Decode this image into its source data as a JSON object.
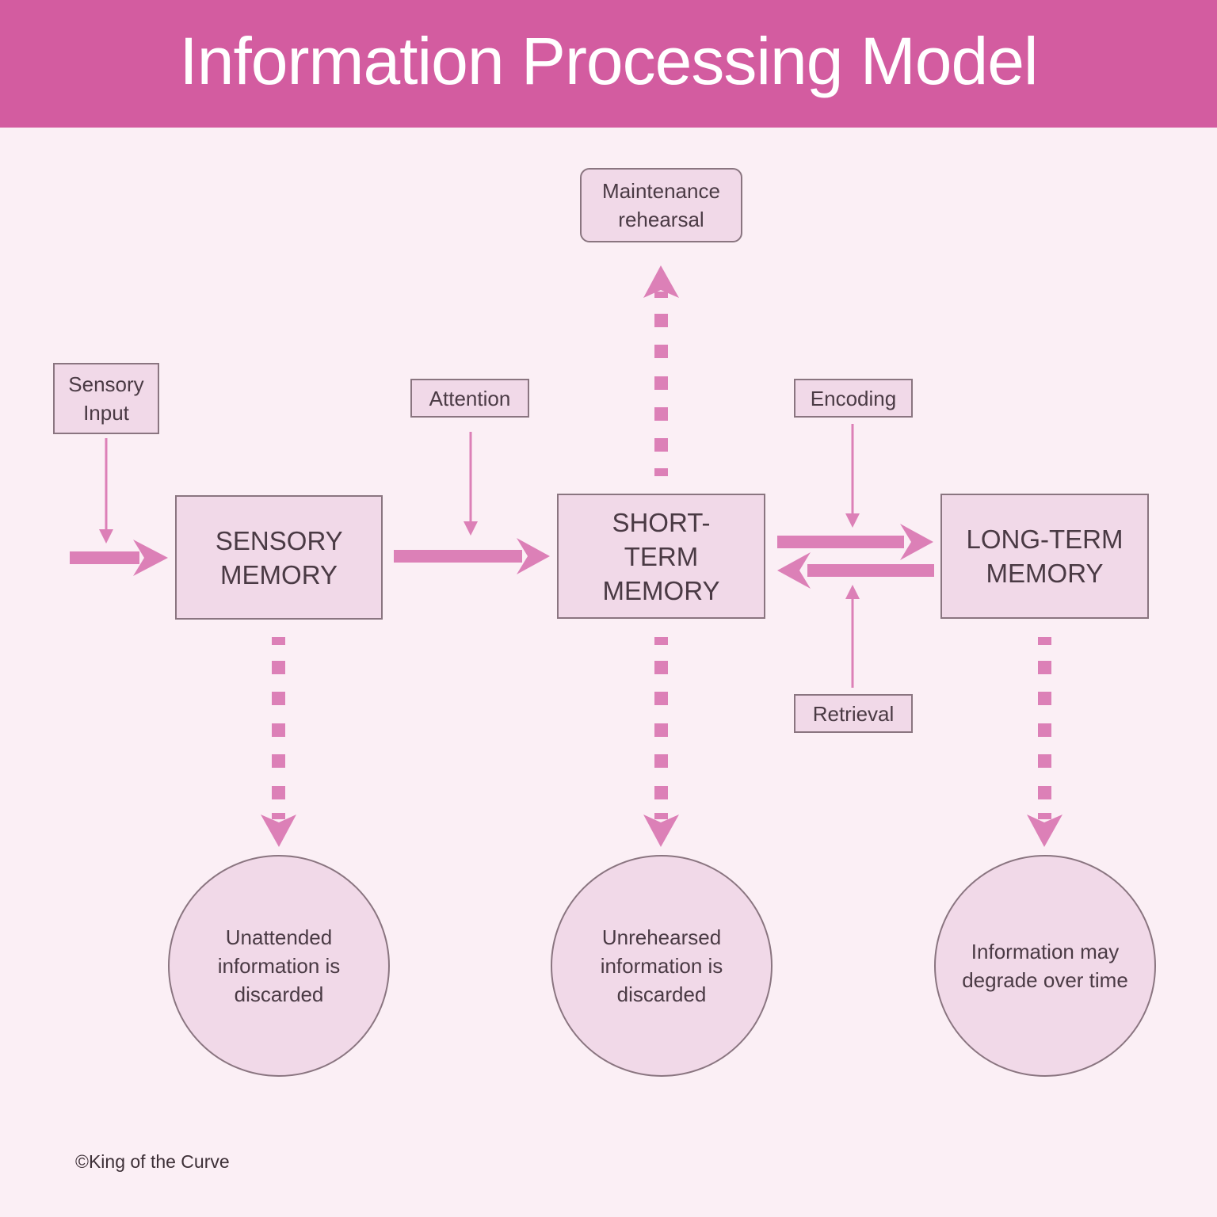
{
  "title": "Information Processing Model",
  "colors": {
    "header": "#d35ca0",
    "background": "#fbeff5",
    "box_fill": "#f1d9e8",
    "arrow": "#dc80b7"
  },
  "stores": {
    "sensory": "SENSORY MEMORY",
    "short_term": "SHORT-TERM MEMORY",
    "long_term": "LONG-TERM MEMORY"
  },
  "labels": {
    "sensory_input": "Sensory Input",
    "attention": "Attention",
    "maintenance": "Maintenance rehearsal",
    "encoding": "Encoding",
    "retrieval": "Retrieval"
  },
  "outcomes": {
    "sensory": "Unattended information is discarded",
    "short_term": "Unrehearsed information is discarded",
    "long_term": "Information may degrade over time"
  },
  "copyright": "©King of the Curve"
}
